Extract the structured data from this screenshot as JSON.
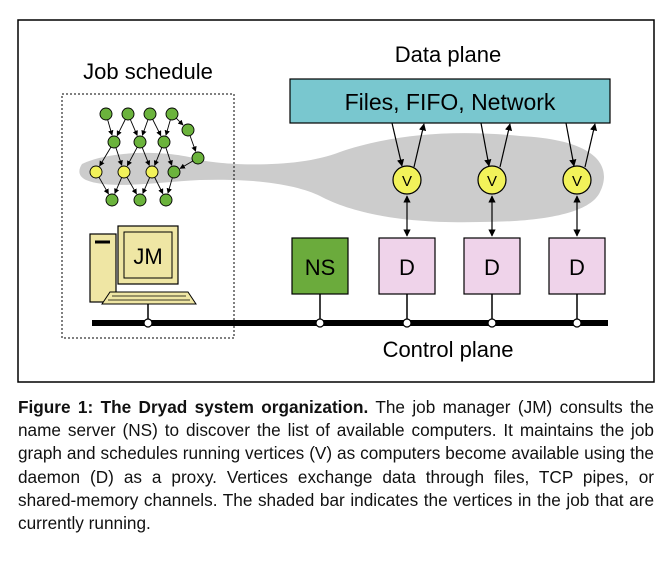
{
  "diagram": {
    "labels": {
      "job_schedule": "Job schedule",
      "data_plane": "Data plane",
      "control_plane": "Control plane",
      "files_box": "Files, FIFO, Network",
      "jm": "JM",
      "ns": "NS",
      "daemon": "D",
      "vertex": "V"
    },
    "colors": {
      "files_box_fill": "#79c7cf",
      "ns_fill": "#6bab3c",
      "daemon_fill": "#efd3ea",
      "vertex_fill": "#f2f25a",
      "graph_node_green": "#6bb33c",
      "shaded_bar": "#cccccc",
      "computer_fill": "#efe6a4"
    }
  },
  "caption": {
    "title": "Figure 1: The Dryad system organization.",
    "body": "The job manager (JM) consults the name server (NS) to discover the list of available computers. It maintains the job graph and schedules running vertices (V) as computers become available using the daemon (D) as a proxy. Vertices exchange data through files, TCP pipes, or shared-memory channels. The shaded bar indicates the vertices in the job that are currently running."
  }
}
